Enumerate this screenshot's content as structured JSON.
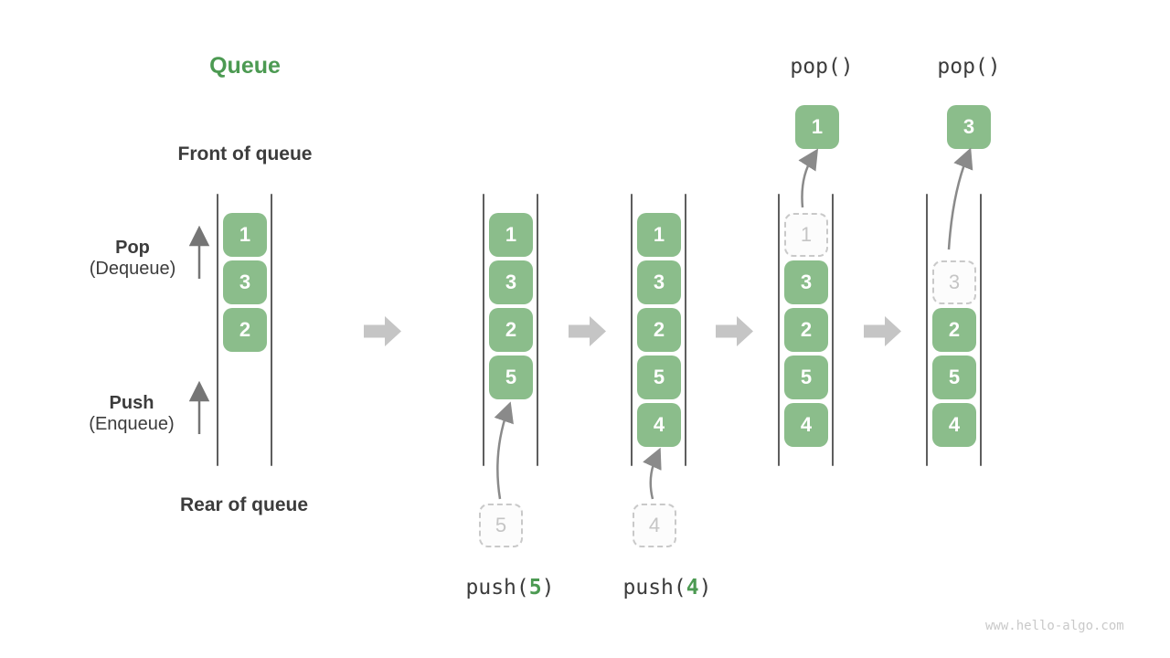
{
  "title": "Queue",
  "labels": {
    "front": "Front of queue",
    "rear": "Rear of queue",
    "pop": "Pop",
    "pop_sub": "(Dequeue)",
    "push": "Push",
    "push_sub": "(Enqueue)"
  },
  "operations": {
    "pop_first": "pop()",
    "pop_second": "pop()",
    "push_first": {
      "fn": "push(",
      "arg": "5",
      "close": ")"
    },
    "push_second": {
      "fn": "push(",
      "arg": "4",
      "close": ")"
    }
  },
  "states": [
    {
      "name": "initial",
      "cells": [
        "1",
        "3",
        "2"
      ]
    },
    {
      "name": "after-push-5",
      "cells": [
        "1",
        "3",
        "2",
        "5"
      ],
      "incoming": "5"
    },
    {
      "name": "after-push-4",
      "cells": [
        "1",
        "3",
        "2",
        "5",
        "4"
      ],
      "incoming": "4"
    },
    {
      "name": "after-pop-1",
      "popped": "1",
      "removed": "1",
      "cells": [
        "3",
        "2",
        "5",
        "4"
      ]
    },
    {
      "name": "after-pop-3",
      "popped": "3",
      "removed": "3",
      "cells": [
        "2",
        "5",
        "4"
      ]
    }
  ],
  "watermark": "www.hello-algo.com",
  "colors": {
    "green": "#8BBD8B",
    "green_text": "#4C9A52",
    "text": "#3C3C3C",
    "rail": "#5E5E5E",
    "block_arrow": "#C5C5C5",
    "curve_arrow": "#8A8A8A",
    "up_arrow": "#757575",
    "dashed_border": "#C9C9C9",
    "dashed_text": "#C5C5C5",
    "dashed_fill": "#FCFCFC",
    "watermark": "#C9C9C9"
  }
}
